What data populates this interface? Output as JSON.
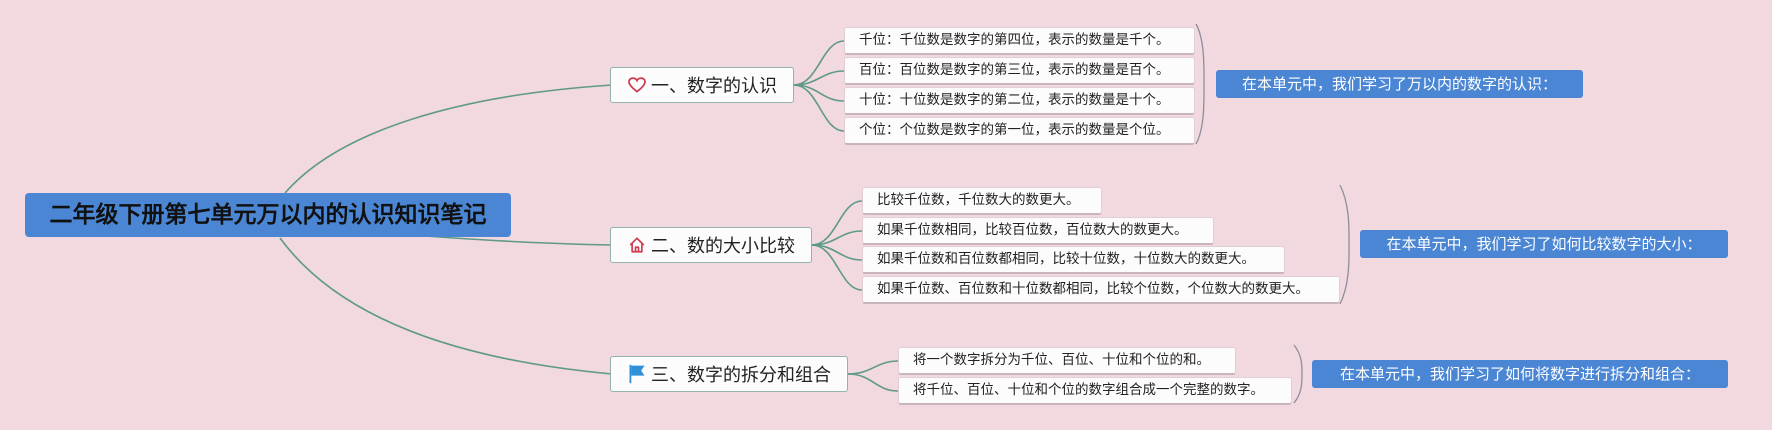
{
  "root": {
    "title": "二年级下册第七单元万以内的认识知识笔记"
  },
  "branches": [
    {
      "title": "一、数字的认识",
      "icon": "heart-icon",
      "leaves": [
        "千位：千位数是数字的第四位，表示的数量是千个。",
        "百位：百位数是数字的第三位，表示的数量是百个。",
        "十位：十位数是数字的第二位，表示的数量是十个。",
        "个位：个位数是数字的第一位，表示的数量是个位。"
      ],
      "summary": "在本单元中，我们学习了万以内的数字的认识："
    },
    {
      "title": "二、数的大小比较",
      "icon": "home-icon",
      "leaves": [
        "比较千位数，千位数大的数更大。",
        "如果千位数相同，比较百位数，百位数大的数更大。",
        "如果千位数和百位数都相同，比较十位数，十位数大的数更大。",
        "如果千位数、百位数和十位数都相同，比较个位数，个位数大的数更大。"
      ],
      "summary": "在本单元中，我们学习了如何比较数字的大小："
    },
    {
      "title": "三、数字的拆分和组合",
      "icon": "flag-icon",
      "leaves": [
        "将一个数字拆分为千位、百位、十位和个位的和。",
        "将千位、百位、十位和个位的数字组合成一个完整的数字。"
      ],
      "summary": "在本单元中，我们学习了如何将数字进行拆分和组合："
    }
  ],
  "colors": {
    "background": "#f2d8df",
    "root": "#4a86d4",
    "line": "#5e9a86",
    "summary": "#4a86d4",
    "heart": "#d03a4e",
    "home": "#d03a4e",
    "flag": "#2f8fd8"
  }
}
